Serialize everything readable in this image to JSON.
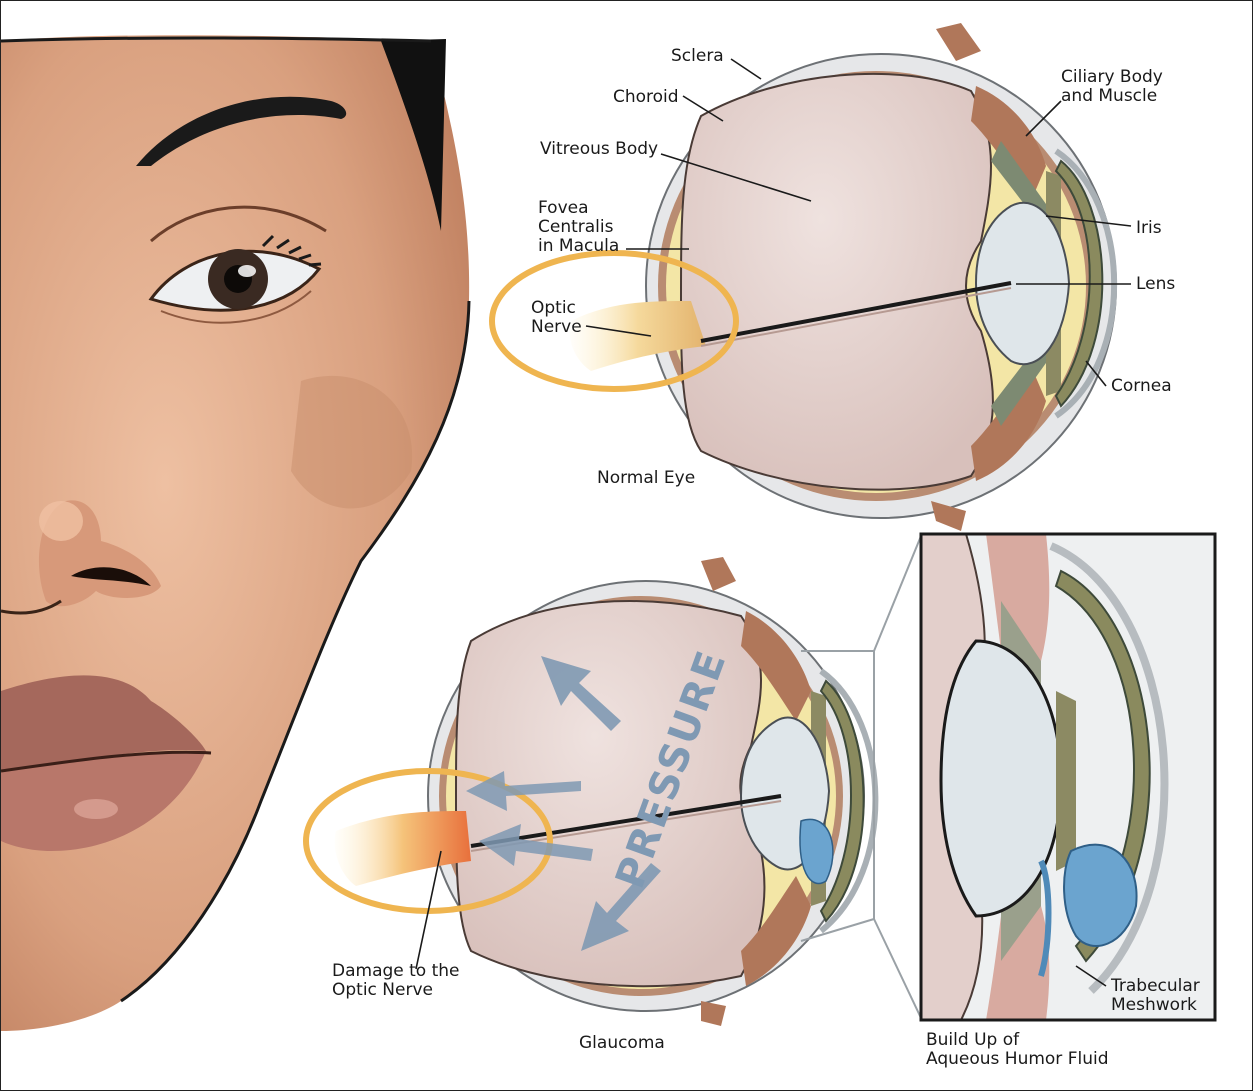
{
  "labels": {
    "sclera": "Sclera",
    "choroid": "Choroid",
    "vitreous_body": "Vitreous Body",
    "fovea": [
      "Fovea",
      "Centralis",
      "in Macula"
    ],
    "optic_nerve": [
      "Optic",
      "Nerve"
    ],
    "ciliary": [
      "Ciliary Body",
      "and Muscle"
    ],
    "iris": "Iris",
    "lens": "Lens",
    "cornea": "Cornea",
    "damage": [
      "Damage to the",
      "Optic Nerve"
    ],
    "trabecular": [
      "Trabecular",
      "Meshwork"
    ],
    "pressure": "PRESSURE"
  },
  "captions": {
    "normal_eye": "Normal Eye",
    "glaucoma": "Glaucoma",
    "build_up": [
      "Build Up of",
      "Aqueous Humor Fluid"
    ]
  },
  "colors": {
    "skin": "#d9a07f",
    "skin_light": "#e8b99a",
    "sclera": "#e6e7e9",
    "choroid": "#b98c72",
    "retina": "#f3e6a6",
    "vitreous": "#e3cfcb",
    "lens": "#dfe6ea",
    "iris": "#8c8a63",
    "aqueous": "#6ba4cf",
    "highlight_ring": "#efb550",
    "pressure": "#7f99b3"
  }
}
